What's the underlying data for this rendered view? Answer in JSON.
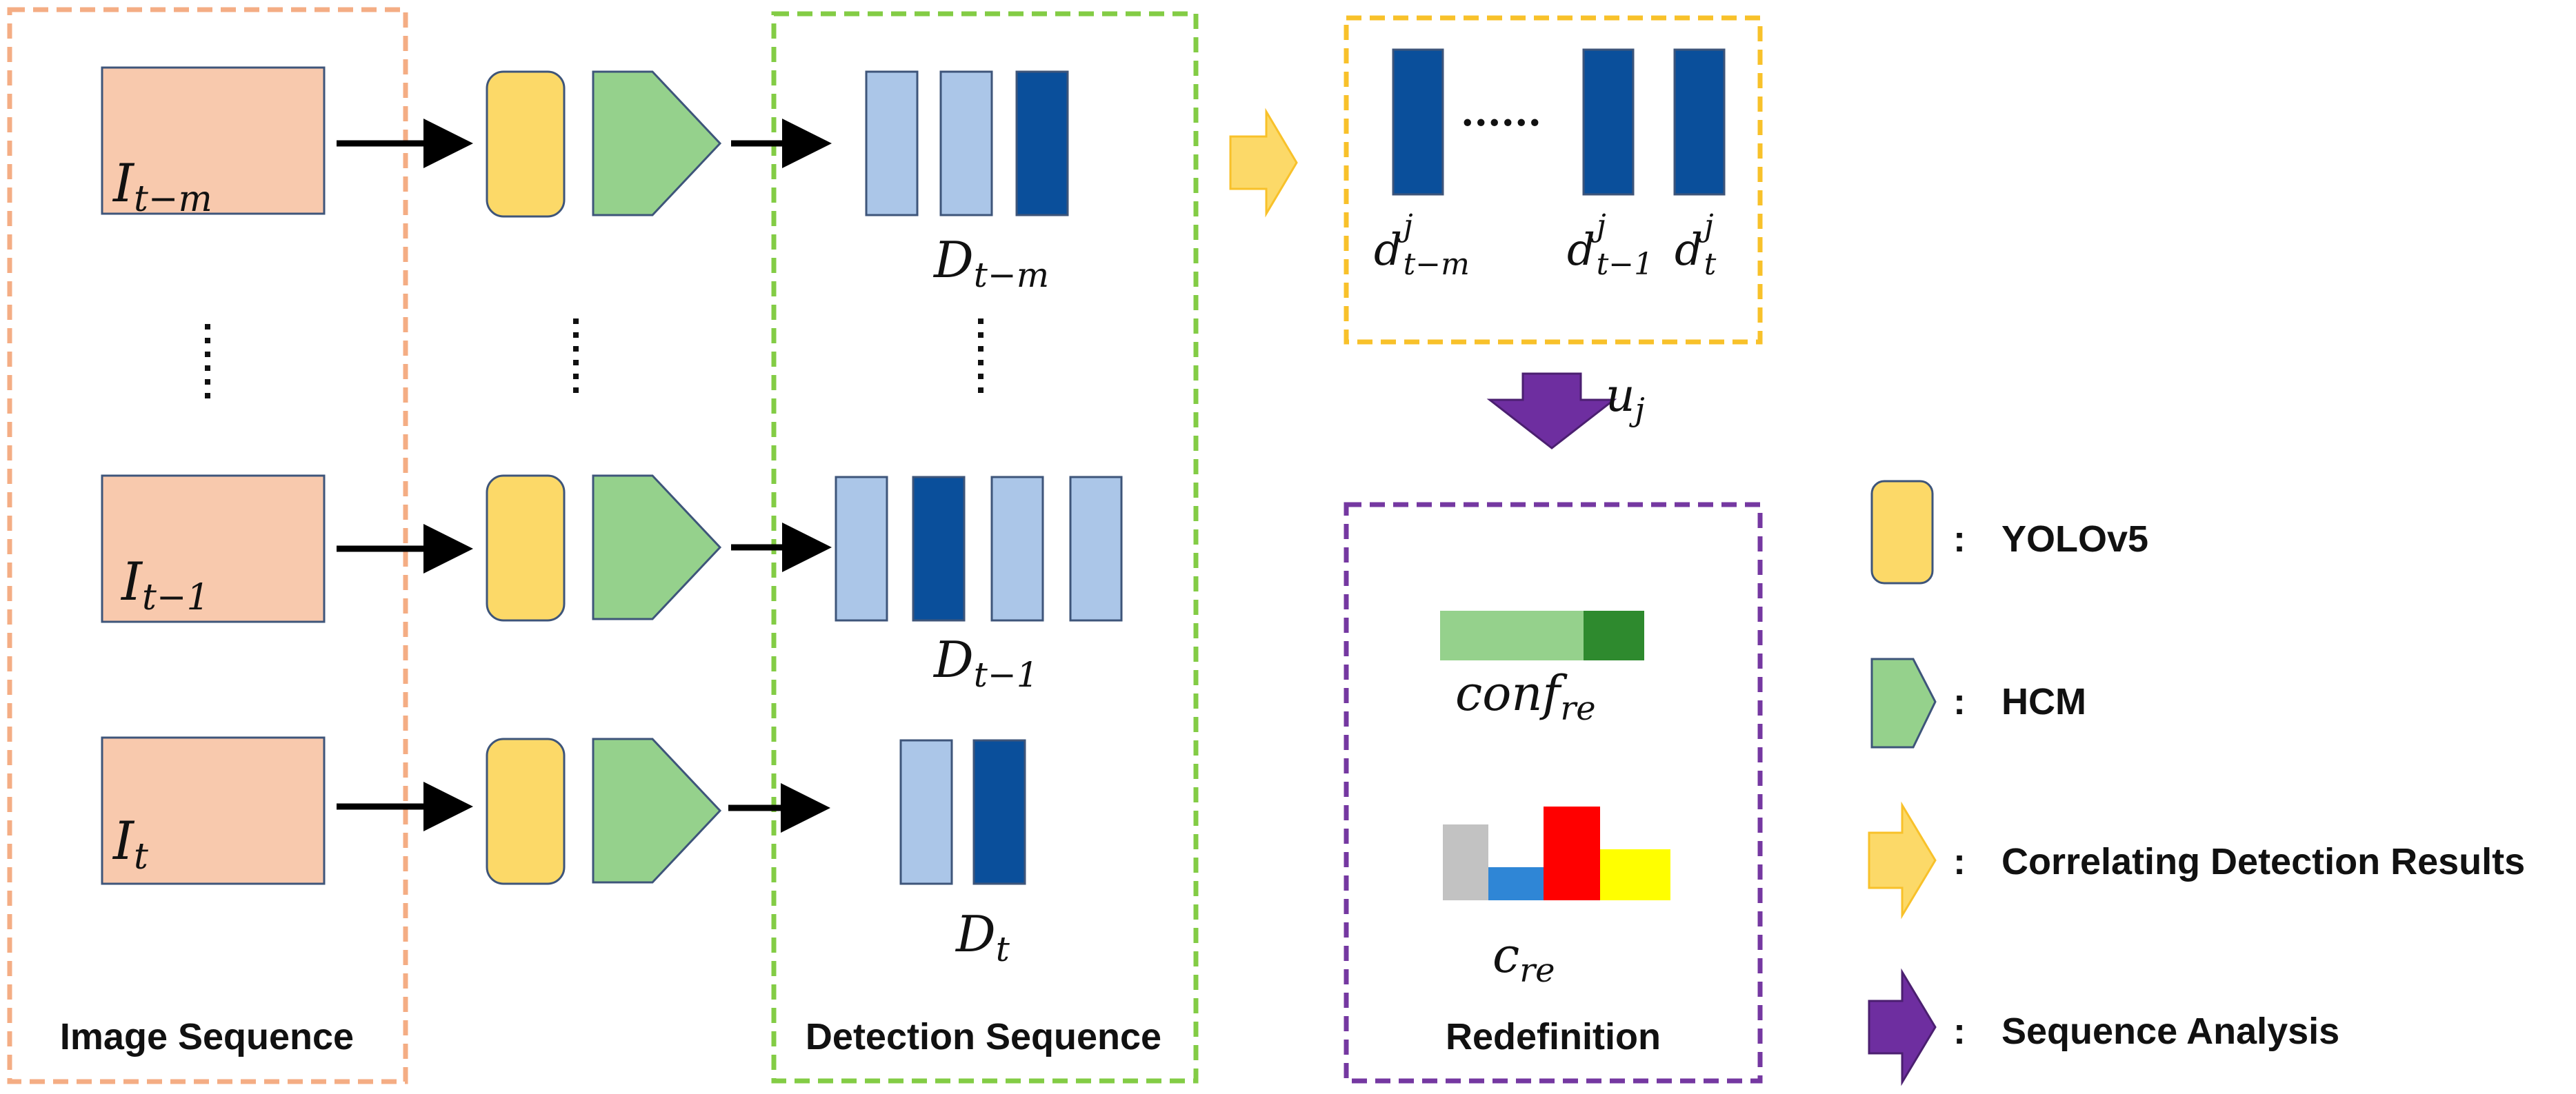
{
  "diagram": {
    "groups": {
      "image_sequence": "Image Sequence",
      "detection_sequence": "Detection Sequence",
      "redefinition": "Redefinition"
    },
    "images": {
      "top": {
        "base": "I",
        "sub": "t−m"
      },
      "mid": {
        "base": "I",
        "sub": "t−1"
      },
      "bottom": {
        "base": "I",
        "sub": "t"
      }
    },
    "detections": {
      "top": {
        "base": "D",
        "sub": "t−m"
      },
      "mid": {
        "base": "D",
        "sub": "t−1"
      },
      "bottom": {
        "base": "D",
        "sub": "t"
      }
    },
    "correlated": {
      "d1": {
        "base": "d",
        "sub": "t−m",
        "sup": "j"
      },
      "d2": {
        "base": "d",
        "sub": "t−1",
        "sup": "j"
      },
      "d3": {
        "base": "d",
        "sub": "t",
        "sup": "j"
      },
      "ellipsis": "......"
    },
    "analysis_label": {
      "base": "u",
      "sub": "j"
    },
    "conf": {
      "base": "conf",
      "sub": "re"
    },
    "class": {
      "base": "c",
      "sub": "re"
    },
    "legend": {
      "yolo": "YOLOv5",
      "hcm": "HCM",
      "correlating": "Correlating Detection Results",
      "analysis": "Sequence Analysis",
      "separator": ":"
    }
  },
  "colors": {
    "image_fill": "#f8c9ad",
    "yolo_fill": "#fcd968",
    "hcm_fill": "#95d18c",
    "det_light": "#abc6e8",
    "det_dark": "#0a4f9b",
    "orange_border": "#f4ad84",
    "green_border": "#83cc45",
    "yellow_border": "#f8c12a",
    "purple_border": "#7538a1",
    "purple_arrow": "#6e2ea0",
    "conf_light": "#95d18c",
    "conf_dark": "#2e8a2e",
    "bar_gray": "#c2c2c2",
    "bar_blue": "#2f86d6",
    "bar_red": "#ff0000",
    "bar_yellow": "#ffff00"
  }
}
